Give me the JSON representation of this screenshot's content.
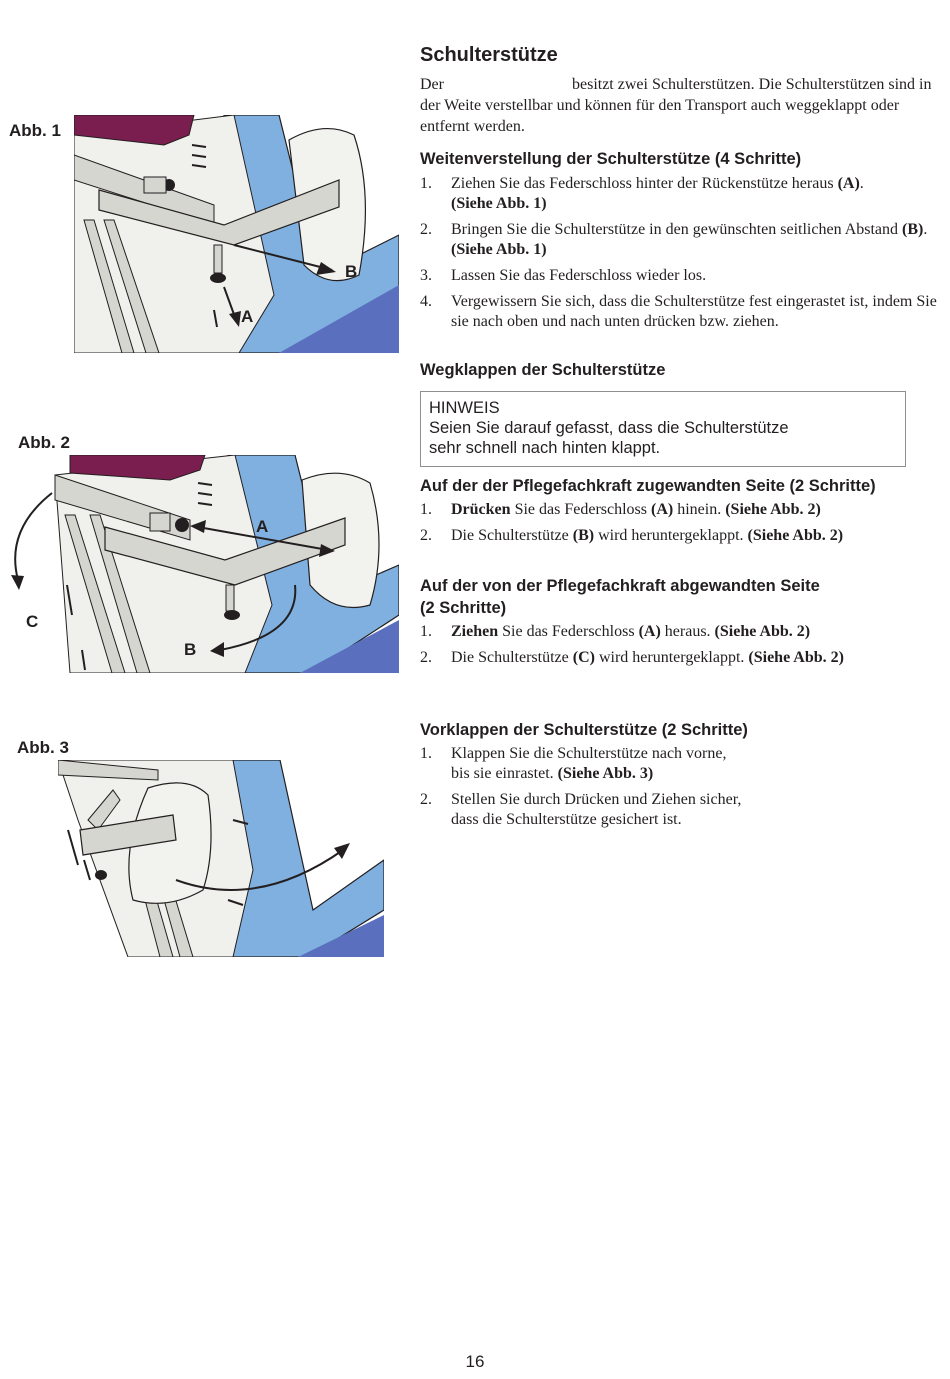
{
  "figures": {
    "abb1": {
      "label": "Abb. 1",
      "callouts": {
        "a": "A",
        "b": "B"
      }
    },
    "abb2": {
      "label": "Abb. 2",
      "callouts": {
        "a": "A",
        "b": "B",
        "c": "C"
      }
    },
    "abb3": {
      "label": "Abb. 3"
    }
  },
  "title": "Schulterstütze",
  "intro": {
    "start": "Der",
    "rest": "besitzt zwei Schulterstützen. Die Schulterstützen sind in der Weite verstellbar und können für den Transport auch weggeklappt oder entfernt werden."
  },
  "width_adjust": {
    "heading": "Weitenverstellung der Schulterstütze (4 Schritte)",
    "steps": [
      {
        "num": "1.",
        "text": "Ziehen Sie das Federschloss hinter der Rückenstütze heraus",
        "bold1": "(A)",
        "mid": ".",
        "bold2": "(Siehe Abb. 1)"
      },
      {
        "num": "2.",
        "text": "Bringen Sie die Schulterstütze in den gewünschten seitlichen Abstand",
        "bold1": "(B)",
        "mid": ".",
        "bold2": "(Siehe Abb. 1)"
      },
      {
        "num": "3.",
        "text": "Lassen Sie das Federschloss wieder los."
      },
      {
        "num": "4.",
        "text": "Vergewissern Sie sich, dass die Schulterstütze fest eingerastet ist, indem Sie sie nach oben und nach unten drücken bzw. ziehen."
      }
    ]
  },
  "fold_away": {
    "heading": "Wegklappen der Schulterstütze",
    "note_title": "HINWEIS",
    "note_text_1": "Seien Sie darauf gefasst, dass die Schulterstütze",
    "note_text_2": "sehr schnell nach hinten klappt."
  },
  "caregiver_side": {
    "heading": "Auf der der Pflegefachkraft zugewandten Seite (2 Schritte)",
    "step1": {
      "num": "1.",
      "bold_lead": "Drücken",
      "text": "Sie das Federschloss",
      "bold1": "(A)",
      "text2": "hinein.",
      "bold2": "(Siehe Abb. 2)"
    },
    "step2": {
      "num": "2.",
      "text": "Die Schulterstütze",
      "bold1": "(B)",
      "text2": "wird heruntergeklappt.",
      "bold2": "(Siehe Abb. 2)"
    }
  },
  "far_side": {
    "heading_1": "Auf der von der Pflegefachkraft abgewandten Seite",
    "heading_2": "(2 Schritte)",
    "step1": {
      "num": "1.",
      "bold_lead": "Ziehen",
      "text": "Sie das Federschloss",
      "bold1": "(A)",
      "text2": "heraus.",
      "bold2": "(Siehe Abb. 2)"
    },
    "step2": {
      "num": "2.",
      "text": "Die Schulterstütze",
      "bold1": "(C)",
      "text2": "wird heruntergeklappt.",
      "bold2": "(Siehe Abb. 2)"
    }
  },
  "fold_forward": {
    "heading": "Vorklappen der Schulterstütze (2 Schritte)",
    "step1": {
      "num": "1.",
      "line1": "Klappen Sie die Schulterstütze nach vorne,",
      "line2": "bis sie einrastet.",
      "bold": "(Siehe Abb. 3)"
    },
    "step2": {
      "num": "2.",
      "line1": "Stellen Sie durch Drücken und Ziehen sicher,",
      "line2": "dass die Schulterstütze gesichert ist."
    }
  },
  "page_number": "16",
  "colors": {
    "frame_blue": "#7fb0e0",
    "seat_blue": "#5b6fbf",
    "upholstery_maroon": "#7a1d4f",
    "metal_grey": "#d6d6d0",
    "pad_white": "#f2f2ee"
  }
}
